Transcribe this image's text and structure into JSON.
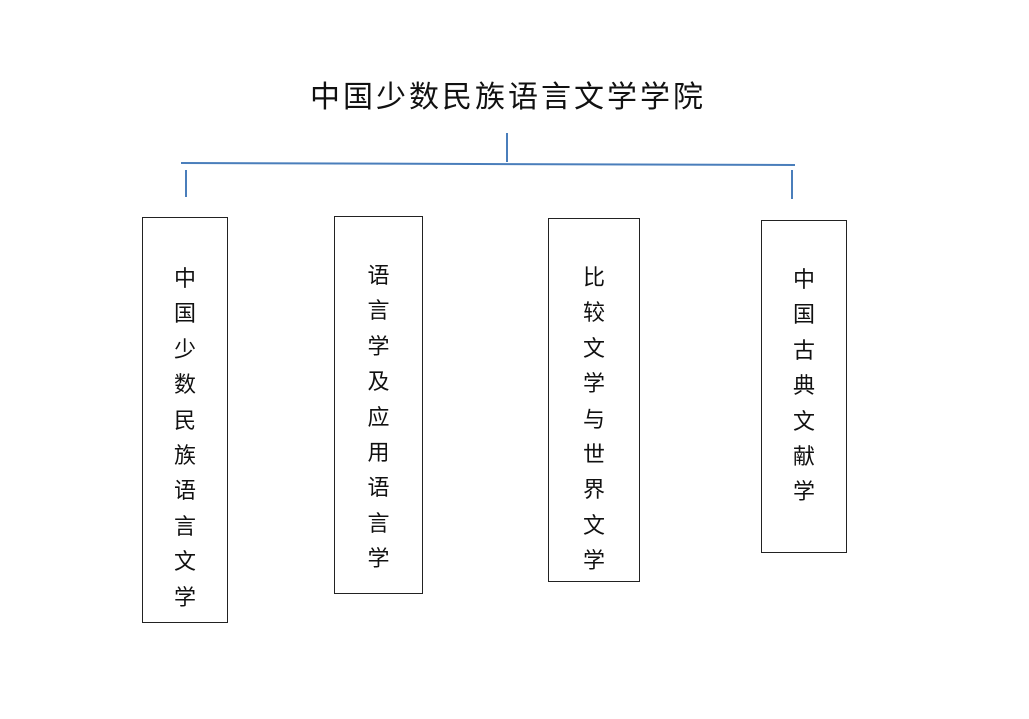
{
  "root": {
    "label": "中国少数民族语言文学学院"
  },
  "departments": [
    {
      "label": "中国少数民族语言文学"
    },
    {
      "label": "语言学及应用语言学"
    },
    {
      "label": "比较文学与世界文学"
    },
    {
      "label": "中国古典文献学"
    }
  ],
  "colors": {
    "connector": "#4a7ebb",
    "box_border": "#222222",
    "text": "#111111"
  }
}
